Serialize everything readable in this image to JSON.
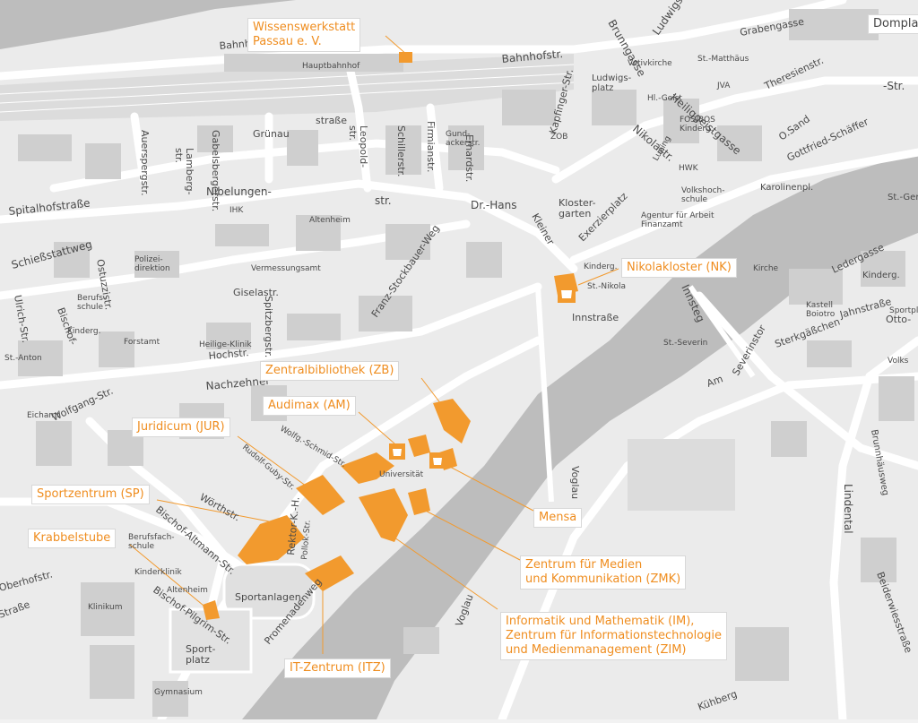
{
  "colors": {
    "water": "#bdbdbd",
    "building": "#cfcfcf",
    "road": "#ffffff",
    "ground": "#ebebeb",
    "accent": "#f29a2e",
    "text": "#4a4a4a"
  },
  "icons": {
    "cafeteria": "coffee-cup-icon"
  },
  "labels": {
    "wissenswerkstatt": "Wissenswerkstatt\nPassau e. V.",
    "domplatz": "Domplatz",
    "nikolakloster": "Nikolakloster (NK)",
    "zentralbibliothek": "Zentralbibliothek (ZB)",
    "audimax": "Audimax (AM)",
    "juridicum": "Juridicum (JUR)",
    "sportzentrum": "Sportzentrum (SP)",
    "krabbelstube": "Krabbelstube",
    "mensa": "Mensa",
    "zmk": "Zentrum für Medien\nund Kommunikation (ZMK)",
    "im": "Informatik und Mathematik (IM),\nZentrum für Informationstechnologie\nund Medienmanagement (ZIM)",
    "itz": "IT-Zentrum (ITZ)"
  },
  "streets": [
    "Bahnhofstr.",
    "Hauptbahnhof",
    "Bahnhofstr.",
    "Ludwigs-\nplatz",
    "Brunngasse",
    "Ludwigstr.",
    "Grabengasse",
    "St.-Matthäus",
    "Votivkirche",
    "Heiliggeistgasse",
    "Theresienstr.",
    "Hl.-Geist",
    "JVA",
    "FOS/BOS\nKinderg.",
    "Nikolastr.",
    "Kapfinger-Str.",
    "ZOB",
    "HWK",
    "Gottfried-Schäffer",
    "Karolinenpl.",
    "Luping",
    "Volkshoch-\nschule",
    "Agentur für Arbeit\nFinanzamt",
    "Kloster-\ngarten",
    "Dr.-Hans",
    "Kleiner",
    "Exerzierplatz",
    "Grünau",
    "straße",
    "Auerspergstr.",
    "Lamberg-\nstr.",
    "Gabelsbergerstr.",
    "Leopold-\nstr.",
    "Schillerstr.",
    "Firmianstr.",
    "Gund-\nackerstr.",
    "Erhardstr.",
    "Nibelungen-",
    "str.",
    "IHK",
    "Altenheim",
    "Spitalhofstraße",
    "Schießstattweg",
    "Ostuzzistr.",
    "Polizei-\ndirektion",
    "Vermessungsamt",
    "Franz-Stockbauer-Weg",
    "Innstraße",
    "Kinderg.",
    "St.-Nikola",
    "Innsteg",
    "St.-Severin",
    "Severinstor",
    "Am",
    "Ledergasse",
    "Kastell\nBoiotro",
    "Jahnstraße",
    "Sterkgäßchen",
    "Giselastr.",
    "Spitzbergstr.",
    "Berufs-\nschule",
    "Bischof-",
    "Kinderg.",
    "Forstamt",
    "Heilige-Klinik",
    "Hochstr.",
    "St.-Anton",
    "Eichamt",
    "Wolfgang-Str.",
    "Wolfg.-Schmid-Str.",
    "Rudolf-Guby-Str.",
    "Universität",
    "Wörthstr.",
    "Bischof-Altmann-Str.",
    "Berufsfach-\nschule",
    "Kinderklinik",
    "Altenheim",
    "Klinikum",
    "Bischof-Pilgrim-Str.",
    "Rektor-K.-H.",
    "Pollok-Str.",
    "Sportanlagen",
    "Promenadenweg",
    "Sport-\nplatz",
    "Gymnasium",
    "Voglau",
    "Voglau",
    "Lindental",
    "Brunnhäusweg",
    "Beiderwiesstraße",
    "Kühberg",
    "Ulrich-Str.",
    "Otto-",
    "St.-Ger",
    "Kinderg.",
    "Volks",
    "Sportpl.",
    "Oberhofstr.",
    "Straße",
    "Nachzehner",
    "Domplatz",
    "O.Sand",
    "Kirche",
    "-Str."
  ]
}
